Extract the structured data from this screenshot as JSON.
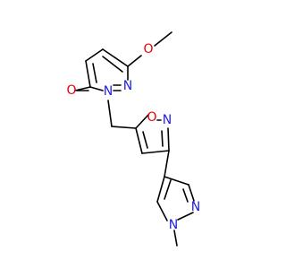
{
  "molecule": {
    "atom_labels": {
      "carbonyl_oxygen": "O",
      "methoxy_oxygen": "O",
      "pyridazinone_n1": "N",
      "pyridazinone_n2": "N",
      "isoxazole_oxygen": "O",
      "isoxazole_nitrogen": "N",
      "pyrazole_n1": "N",
      "pyrazole_n2": "N"
    },
    "colors": {
      "oxygen": "#e60000",
      "nitrogen": "#2020e0",
      "bond": "#000000"
    }
  }
}
